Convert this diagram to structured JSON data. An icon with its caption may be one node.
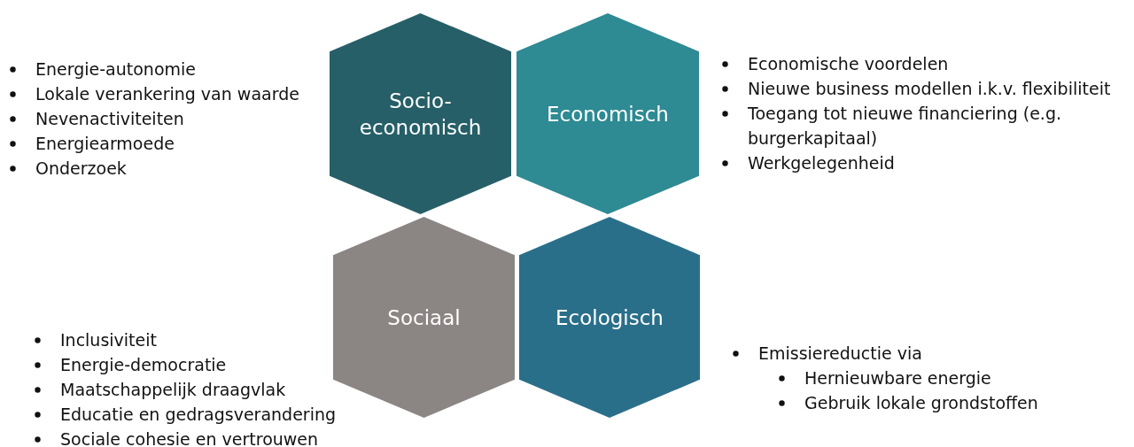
{
  "diagram": {
    "nodes": [
      {
        "text": [
          "Socio-economisch"
        ],
        "beside": [
          "Energie-autonomie",
          "Lokale verankering van waarde",
          "Nevenactiviteiten",
          "Energiearmoede",
          "Onderzoek"
        ]
      },
      {
        "text": [
          "Economisch"
        ],
        "beside": [
          "Economische voordelen",
          "Nieuwe business modellen i.k.v. flexibiliteit",
          "Toegang tot nieuwe financiering (e.g. burgerkapitaal)",
          "Werkgelegenheid"
        ]
      },
      {
        "text": [
          "Sociaal"
        ],
        "beside": [
          "Inclusiviteit",
          "Energie-democratie",
          "Maatschappelijk draagvlak",
          "Educatie en gedragsverandering",
          "Sociale cohesie en vertrouwen"
        ]
      },
      {
        "text": [
          "Ecologisch"
        ],
        "beside": [
          "Emissiereductie via",
          "Hernieuwbare energie",
          "Gebruik lokale grondstoffen"
        ]
      }
    ],
    "edges": []
  }
}
